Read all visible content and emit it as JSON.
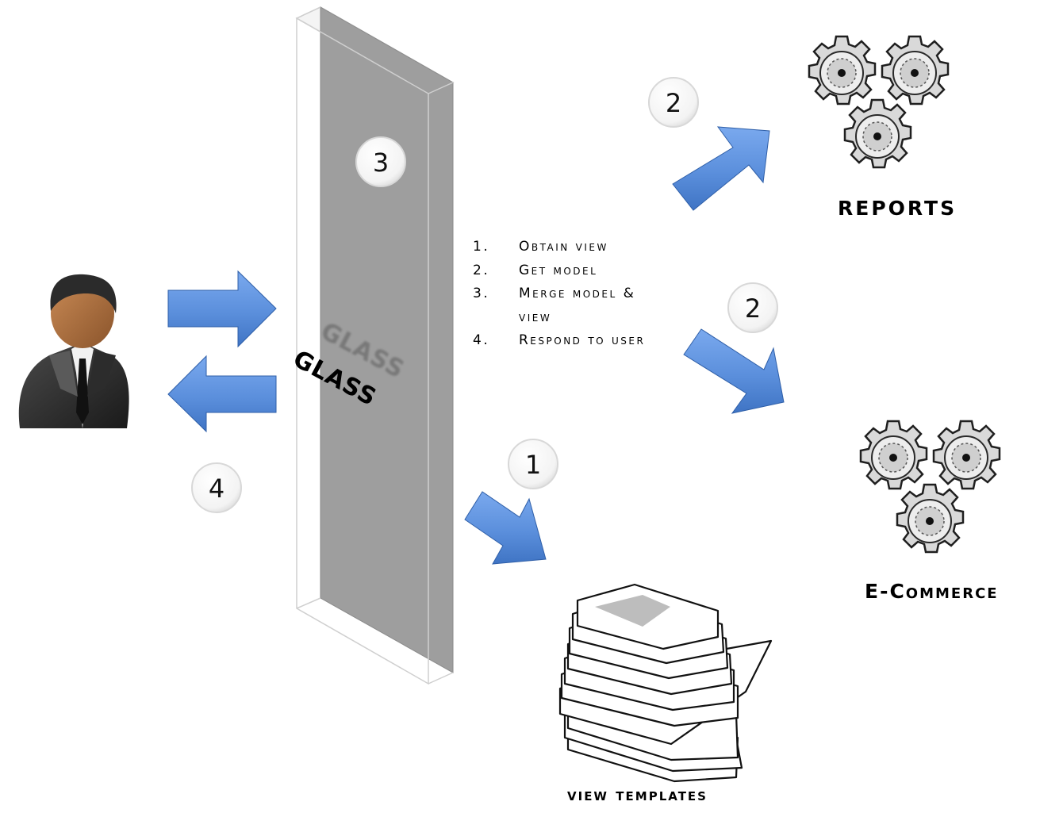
{
  "glass": {
    "label": "GLASS"
  },
  "steps": [
    {
      "num": "1.",
      "text": "Obtain view"
    },
    {
      "num": "2.",
      "text": "Get model"
    },
    {
      "num": "3.",
      "text": "Merge model &"
    },
    {
      "num": "",
      "text": "view"
    },
    {
      "num": "4.",
      "text": "Respond to user"
    }
  ],
  "badges": {
    "glass_step": "3",
    "reports_step": "2",
    "ecommerce_step": "2",
    "templates_step": "1",
    "response_step": "4"
  },
  "labels": {
    "reports": "REPORTS",
    "ecommerce": "E-Commerce",
    "view_templates": "view templates"
  },
  "icons": {
    "user": "businessman-icon",
    "reports": "gears-icon",
    "ecommerce": "gears-icon",
    "templates": "paper-stack-icon"
  },
  "colors": {
    "arrow": "#5b8fdc",
    "glass_panel": "#a8a8a8",
    "badge_border": "#d8d8d8"
  }
}
